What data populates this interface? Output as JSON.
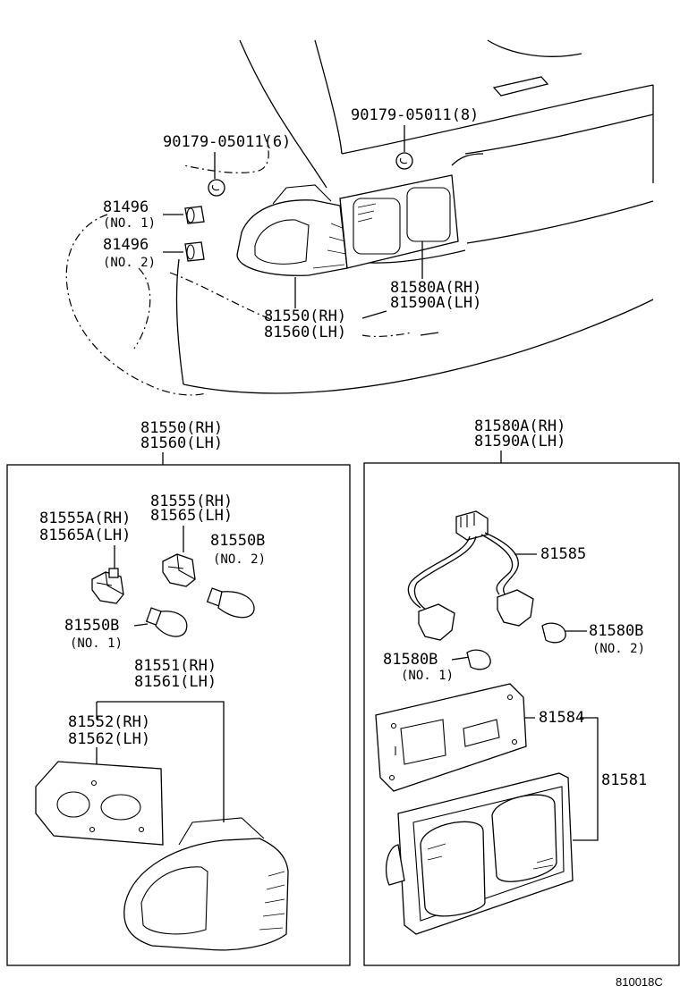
{
  "top": {
    "screw_left": "90179-05011(6)",
    "screw_right": "90179-05011(8)",
    "grommet_1": "81496",
    "grommet_1_note": "(NO. 1)",
    "grommet_2": "81496",
    "grommet_2_note": "(NO. 2)",
    "lamp_lic_rh": "81580A(RH)",
    "lamp_lic_lh": "81590A(LH)",
    "lamp_tail_rh": "81550(RH)",
    "lamp_tail_lh": "81560(LH)"
  },
  "left_box": {
    "header_rh": "81550(RH)",
    "header_lh": "81560(LH)",
    "socket_a_rh": "81555A(RH)",
    "socket_a_lh": "81565A(LH)",
    "socket_rh": "81555(RH)",
    "socket_lh": "81565(LH)",
    "bulb_2": "81550B",
    "bulb_2_note": "(NO. 2)",
    "bulb_1": "81550B",
    "bulb_1_note": "(NO. 1)",
    "lens_rh": "81551(RH)",
    "lens_lh": "81561(LH)",
    "gasket_rh": "81552(RH)",
    "gasket_lh": "81562(LH)"
  },
  "right_box": {
    "header_rh": "81580A(RH)",
    "header_lh": "81590A(LH)",
    "wire": "81585",
    "bulb_2": "81580B",
    "bulb_2_note": "(NO. 2)",
    "bulb_1": "81580B",
    "bulb_1_note": "(NO. 1)",
    "gasket": "81584",
    "lens": "81581"
  },
  "figure_code": "810018C"
}
